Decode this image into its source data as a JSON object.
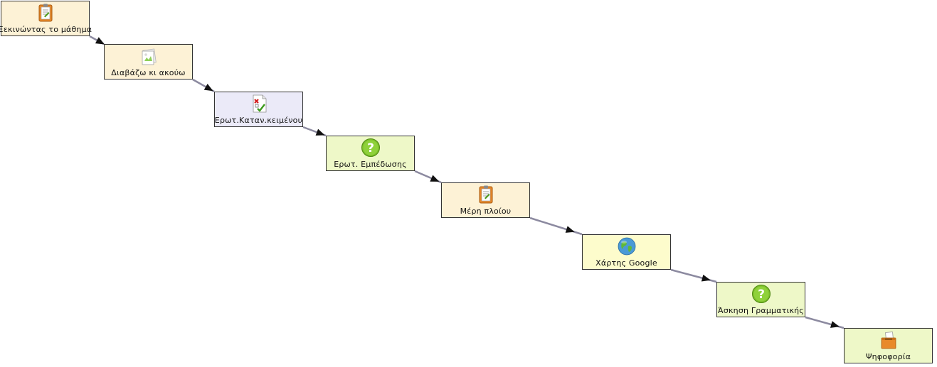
{
  "colors": {
    "tan": "#fdf2d6",
    "lavender": "#ebeaf8",
    "green": "#eef8c8",
    "yellow": "#fdfccc",
    "connector": "#8c8aa0",
    "arrow": "#111111"
  },
  "nodes": [
    {
      "id": "n1",
      "label": "Ξεκινώντας το μάθημα",
      "icon": "notebook-icon",
      "fill": "tan"
    },
    {
      "id": "n2",
      "label": "Διαβάζω κι ακούω",
      "icon": "image-document-icon",
      "fill": "tan"
    },
    {
      "id": "n3",
      "label": "Ερωτ.Καταν.κειμένου",
      "icon": "checklist-icon",
      "fill": "lavender"
    },
    {
      "id": "n4",
      "label": "Ερωτ. Εμπέδωσης",
      "icon": "question-icon",
      "fill": "green"
    },
    {
      "id": "n5",
      "label": "Μέρη πλοίου",
      "icon": "notebook-icon",
      "fill": "tan"
    },
    {
      "id": "n6",
      "label": "Χάρτης Google",
      "icon": "globe-icon",
      "fill": "yellow"
    },
    {
      "id": "n7",
      "label": "Άσκηση Γραμματικής",
      "icon": "question-icon",
      "fill": "green"
    },
    {
      "id": "n8",
      "label": "Ψηφοφορία",
      "icon": "ballot-box-icon",
      "fill": "green"
    }
  ]
}
